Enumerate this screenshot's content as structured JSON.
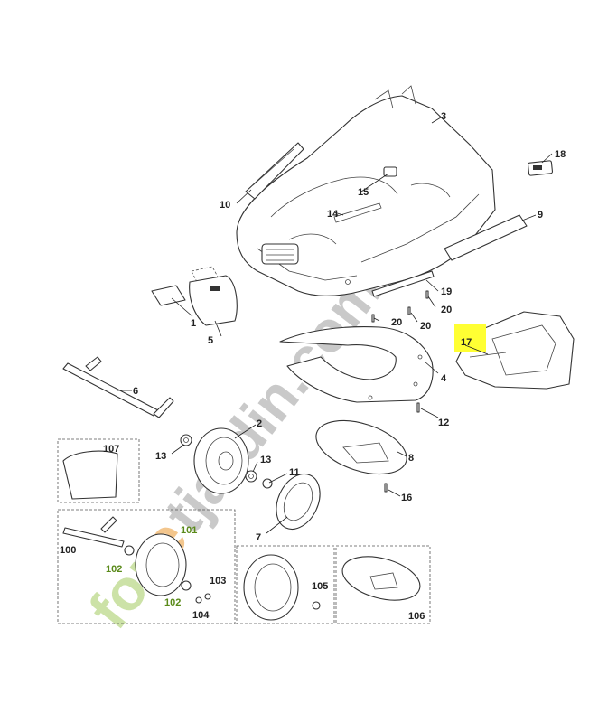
{
  "watermark": {
    "part1": "for",
    "part2": "e",
    "part3": "tjardin.com",
    "colors": {
      "green": "#bcd98a",
      "orange": "#f0b368",
      "grey": "#b8b8b8"
    }
  },
  "highlight_color": "#ffff33",
  "labels": {
    "p1": "1",
    "p2": "2",
    "p3": "3",
    "p4": "4",
    "p5": "5",
    "p6": "6",
    "p7": "7",
    "p8": "8",
    "p9": "9",
    "p10": "10",
    "p11": "11",
    "p12": "12",
    "p13a": "13",
    "p13b": "13",
    "p14": "14",
    "p15": "15",
    "p16": "16",
    "p17": "17",
    "p18": "18",
    "p19": "19",
    "p20a": "20",
    "p20b": "20",
    "p20c": "20",
    "p100": "100",
    "p101": "101",
    "p102a": "102",
    "p102b": "102",
    "p103": "103",
    "p104": "104",
    "p105": "105",
    "p106": "106",
    "p107": "107"
  }
}
